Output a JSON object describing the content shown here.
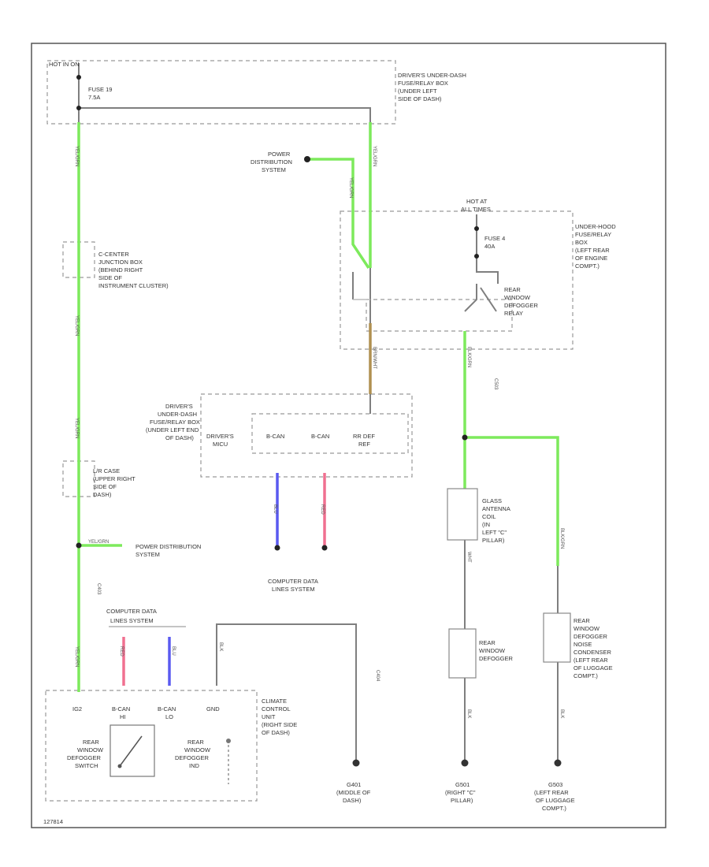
{
  "colors": {
    "green": "#7dea5c",
    "gray": "#7f7f7f",
    "blue": "#5a5af0",
    "pink": "#f07090",
    "brown": "#b09050",
    "frame": "#555555",
    "dash": "#999999"
  },
  "labels": {
    "hot_on": "HOT IN ON",
    "fuse19_name": "FUSE 19",
    "fuse19_amp": "7.5A",
    "underdash_box": [
      "DRIVER'S UNDER-DASH",
      "FUSE/RELAY BOX",
      "(UNDER LEFT",
      "SIDE OF DASH)"
    ],
    "pds_top": [
      "POWER",
      "DISTRIBUTION",
      "SYSTEM"
    ],
    "hot_at": "HOT AT",
    "all_times": "ALL TIMES",
    "fuse4_name": "FUSE 4",
    "fuse4_amp": "40A",
    "underhood_box": [
      "UNDER-HOOD",
      "FUSE/RELAY",
      "BOX",
      "(LEFT REAR",
      "OF ENGINE",
      "COMPT.)"
    ],
    "relay": [
      "REAR",
      "WINDOW",
      "DEFOGGER",
      "RELAY"
    ],
    "center_junction": [
      "C-CENTER",
      "JUNCTION BOX",
      "(BEHIND RIGHT",
      "SIDE OF",
      "INSTRUMENT CLUSTER)"
    ],
    "mcu_box": [
      "DRIVER'S",
      "UNDER-DASH",
      "FUSE/RELAY BOX",
      "(UNDER LEFT END",
      "OF DASH)"
    ],
    "mcu": [
      "DRIVER'S",
      "MICU"
    ],
    "bcan1": "B-CAN",
    "bcan2": "B-CAN",
    "rrdef": [
      "RR DEF",
      "REF"
    ],
    "lr_case": [
      "L/R CASE",
      "(UPPER RIGHT",
      "SIDE OF",
      "DASH)"
    ],
    "pds_left": [
      "POWER DISTRIBUTION",
      "SYSTEM"
    ],
    "cdls_mid": [
      "COMPUTER DATA",
      "LINES SYSTEM"
    ],
    "cdls_left": [
      "COMPUTER DATA",
      "LINES SYSTEM"
    ],
    "glass_coil": [
      "GLASS",
      "ANTENNA",
      "COIL",
      "(IN",
      "LEFT \"C\"",
      "PILLAR)"
    ],
    "defogger": [
      "REAR",
      "WINDOW",
      "DEFOGGER"
    ],
    "noise_condenser": [
      "REAR",
      "WINDOW",
      "DEFOGGER",
      "NOISE",
      "CONDENSER",
      "(LEFT REAR",
      "OF LUGGAGE",
      "COMPT.)"
    ],
    "climate_box": [
      "CLIMATE",
      "CONTROL",
      "UNIT",
      "(RIGHT SIDE",
      "OF DASH)"
    ],
    "ig2": "IG2",
    "bcan_hi": [
      "B-CAN",
      "HI"
    ],
    "bcan_lo": [
      "B-CAN",
      "LO"
    ],
    "gnd": "GND",
    "switch": [
      "REAR",
      "WINDOW",
      "DEFOGGER",
      "SWITCH"
    ],
    "ind": [
      "REAR",
      "WINDOW",
      "DEFOGGER",
      "IND"
    ],
    "g401": [
      "G401",
      "(MIDDLE OF",
      "DASH)"
    ],
    "g501": [
      "G501",
      "(RIGHT \"C\"",
      "PILLAR)"
    ],
    "g503": [
      "G503",
      "(LEFT REAR",
      "OF LUGGAGE",
      "COMPT.)"
    ],
    "footer": "127814"
  },
  "wire_labels": {
    "left_top": "YEL/GRN",
    "left_mid": "YEL/GRN",
    "left_low": "YEL/GRN",
    "left_bottom": "YEL/GRN",
    "left_branch": "YEL/GRN",
    "pds_wire": "YEL/GRN",
    "relay_feed": "YEL/GRN",
    "relay_out": "BRN/WHT",
    "defog_feed": "BLK/GRN",
    "blue_mid": "BLU",
    "pink_mid": "RED",
    "blue_left": "BLU",
    "pink_left": "RED",
    "gnd_wire": "BLK",
    "coil_out": "WHT",
    "defog_out": "BLK",
    "cond_feed": "BLK/GRN",
    "cond_out": "BLK",
    "c_code1": "C403",
    "c_code2": "C503",
    "c_code3": "C404"
  }
}
